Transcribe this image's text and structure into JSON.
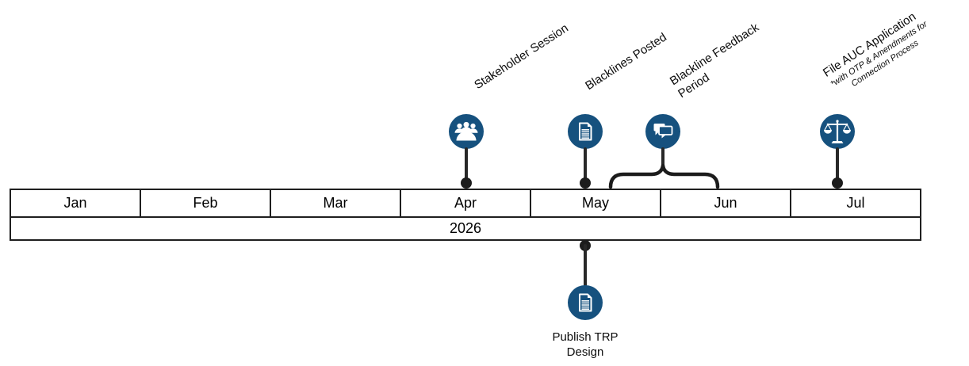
{
  "timeline": {
    "year": "2026",
    "months": [
      "Jan",
      "Feb",
      "Mar",
      "Apr",
      "May",
      "Jun",
      "Jul"
    ]
  },
  "milestones": {
    "stakeholder_session": {
      "label": "Stakeholder Session",
      "icon": "people-meeting-icon",
      "month": "Apr"
    },
    "blacklines_posted": {
      "label": "Blacklines Posted",
      "icon": "document-icon",
      "month": "May"
    },
    "blackline_feedback": {
      "lines": [
        "Blackline Feedback",
        "Period"
      ],
      "icon": "chat-bubbles-icon",
      "span": "May-Jun"
    },
    "file_auc_application": {
      "label": "File AUC Application",
      "note_lines": [
        "*with OTP & Amendments for",
        "Connection Process"
      ],
      "icon": "scales-of-justice-icon",
      "month": "Jul"
    },
    "publish_trp_design": {
      "lines": [
        "Publish TRP",
        "Design"
      ],
      "icon": "document-icon",
      "month": "May"
    }
  },
  "colors": {
    "icon_circle": "#16517E",
    "icon_glyph": "#FFFFFF",
    "stem": "#282828",
    "border": "#1F1F1F"
  }
}
